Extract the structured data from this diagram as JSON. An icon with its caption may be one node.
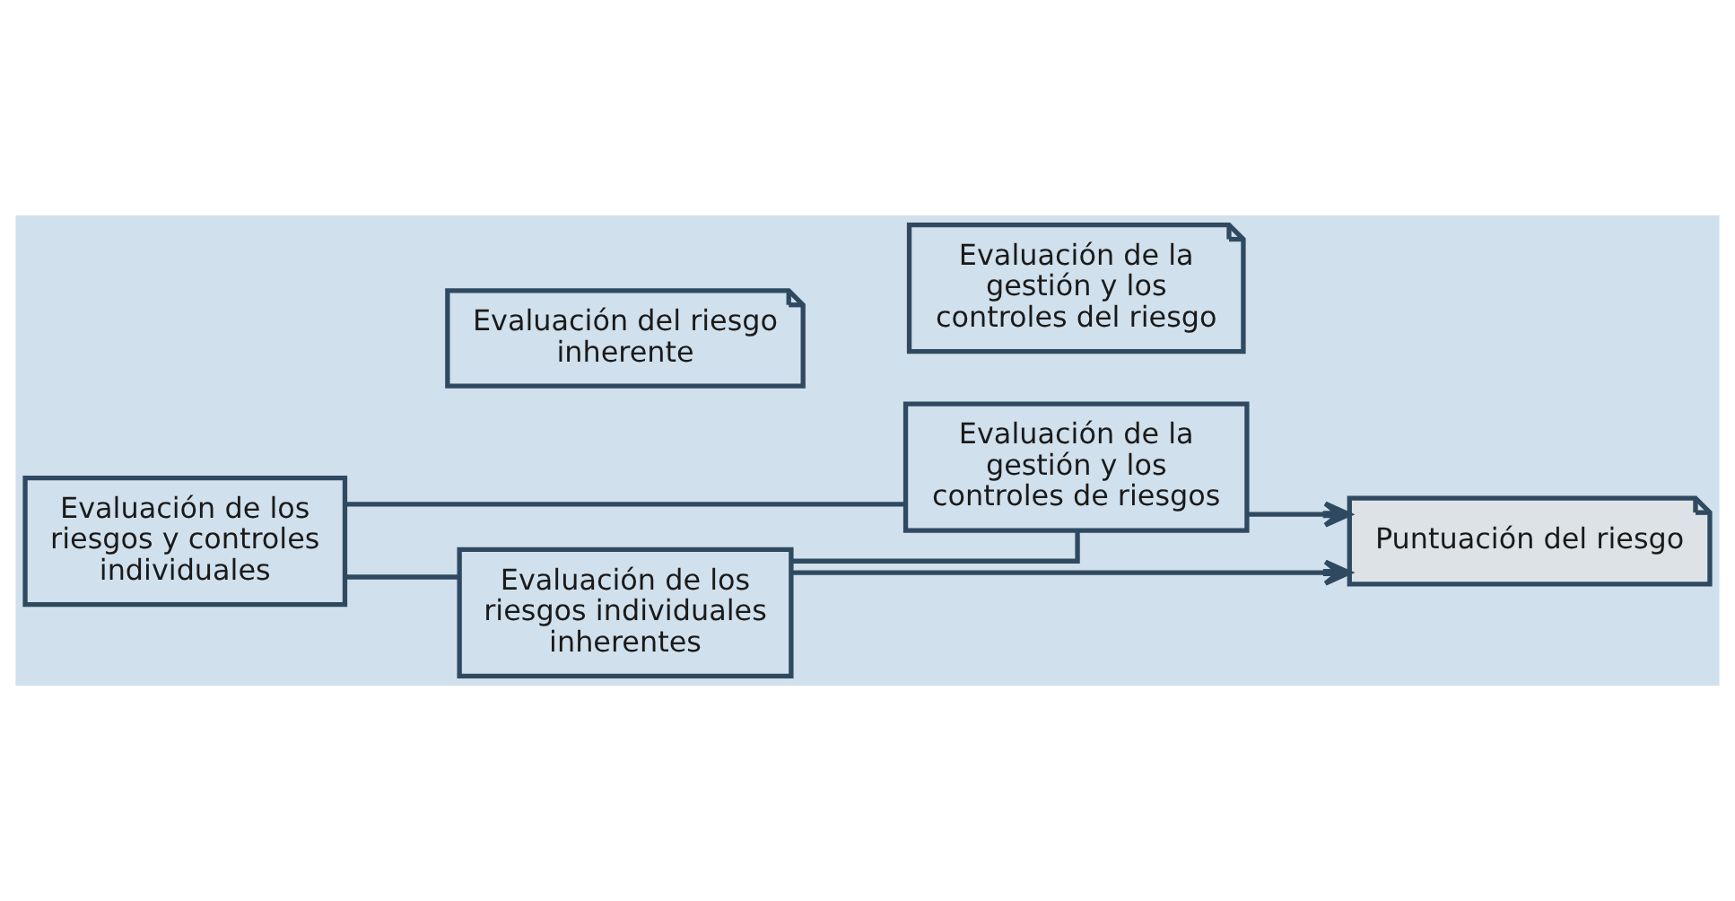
{
  "diagram": {
    "nodes": [
      {
        "text": [
          "Evaluación de los riesgos y controles individuales"
        ]
      },
      {
        "text": [
          "Evaluación de los riesgos individuales inherentes"
        ]
      },
      {
        "text": [
          "Evaluación del riesgo inherente"
        ]
      },
      {
        "text": [
          "Evaluación de la gestión y los controles de riesgos"
        ]
      },
      {
        "text": [
          "Evaluación de la gestión y los controles del riesgo"
        ]
      },
      {
        "text": [
          "Puntuación del riesgo"
        ]
      }
    ],
    "edges": [
      {
        "from": 0,
        "to": 1,
        "arrow": "none"
      },
      {
        "from": 0,
        "to": 3,
        "arrow": "none"
      },
      {
        "from": 1,
        "to": 3,
        "arrow": "none"
      },
      {
        "from": 1,
        "to": 5,
        "arrow": "to"
      },
      {
        "from": 3,
        "to": 5,
        "arrow": "to"
      }
    ]
  }
}
